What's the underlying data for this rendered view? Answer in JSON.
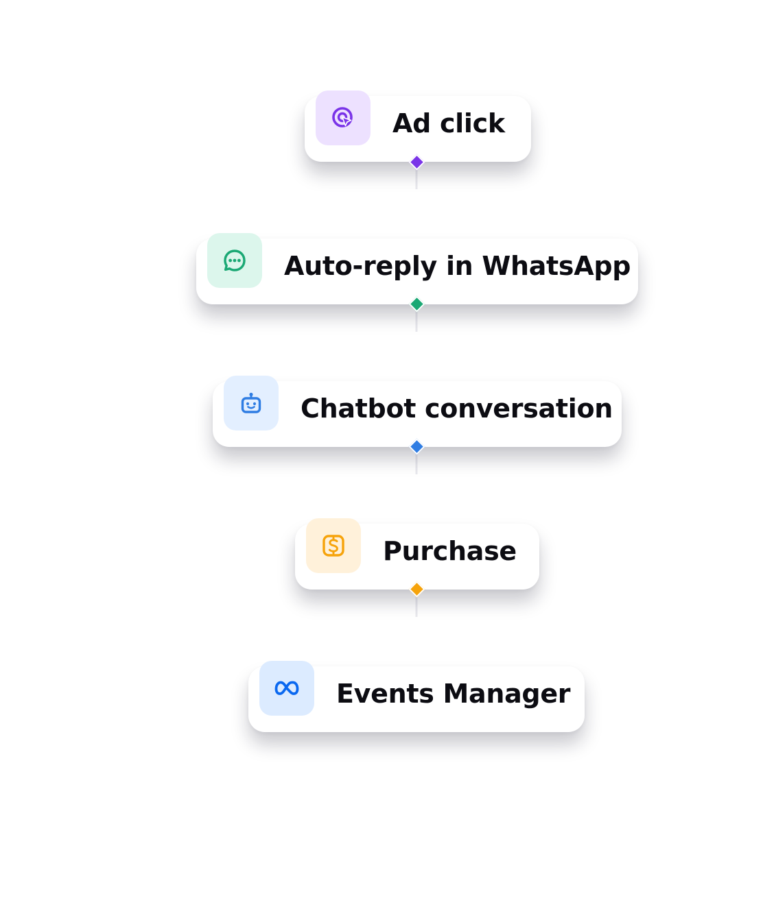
{
  "steps": [
    {
      "label": "Ad click",
      "icon": "ad-click-icon",
      "accent": "#7a34e8",
      "icon_bg": "#ede1ff"
    },
    {
      "label": "Auto-reply in WhatsApp",
      "icon": "whatsapp-chat-icon",
      "accent": "#1aa874",
      "icon_bg": "#dcf6ec"
    },
    {
      "label": "Chatbot conversation",
      "icon": "chatbot-icon",
      "accent": "#2f7de3",
      "icon_bg": "#e3efff"
    },
    {
      "label": "Purchase",
      "icon": "purchase-icon",
      "accent": "#f6a30b",
      "icon_bg": "#fff1da"
    },
    {
      "label": "Events Manager",
      "icon": "meta-logo-icon",
      "accent": "#0a68f0",
      "icon_bg": "#dcebff"
    }
  ]
}
